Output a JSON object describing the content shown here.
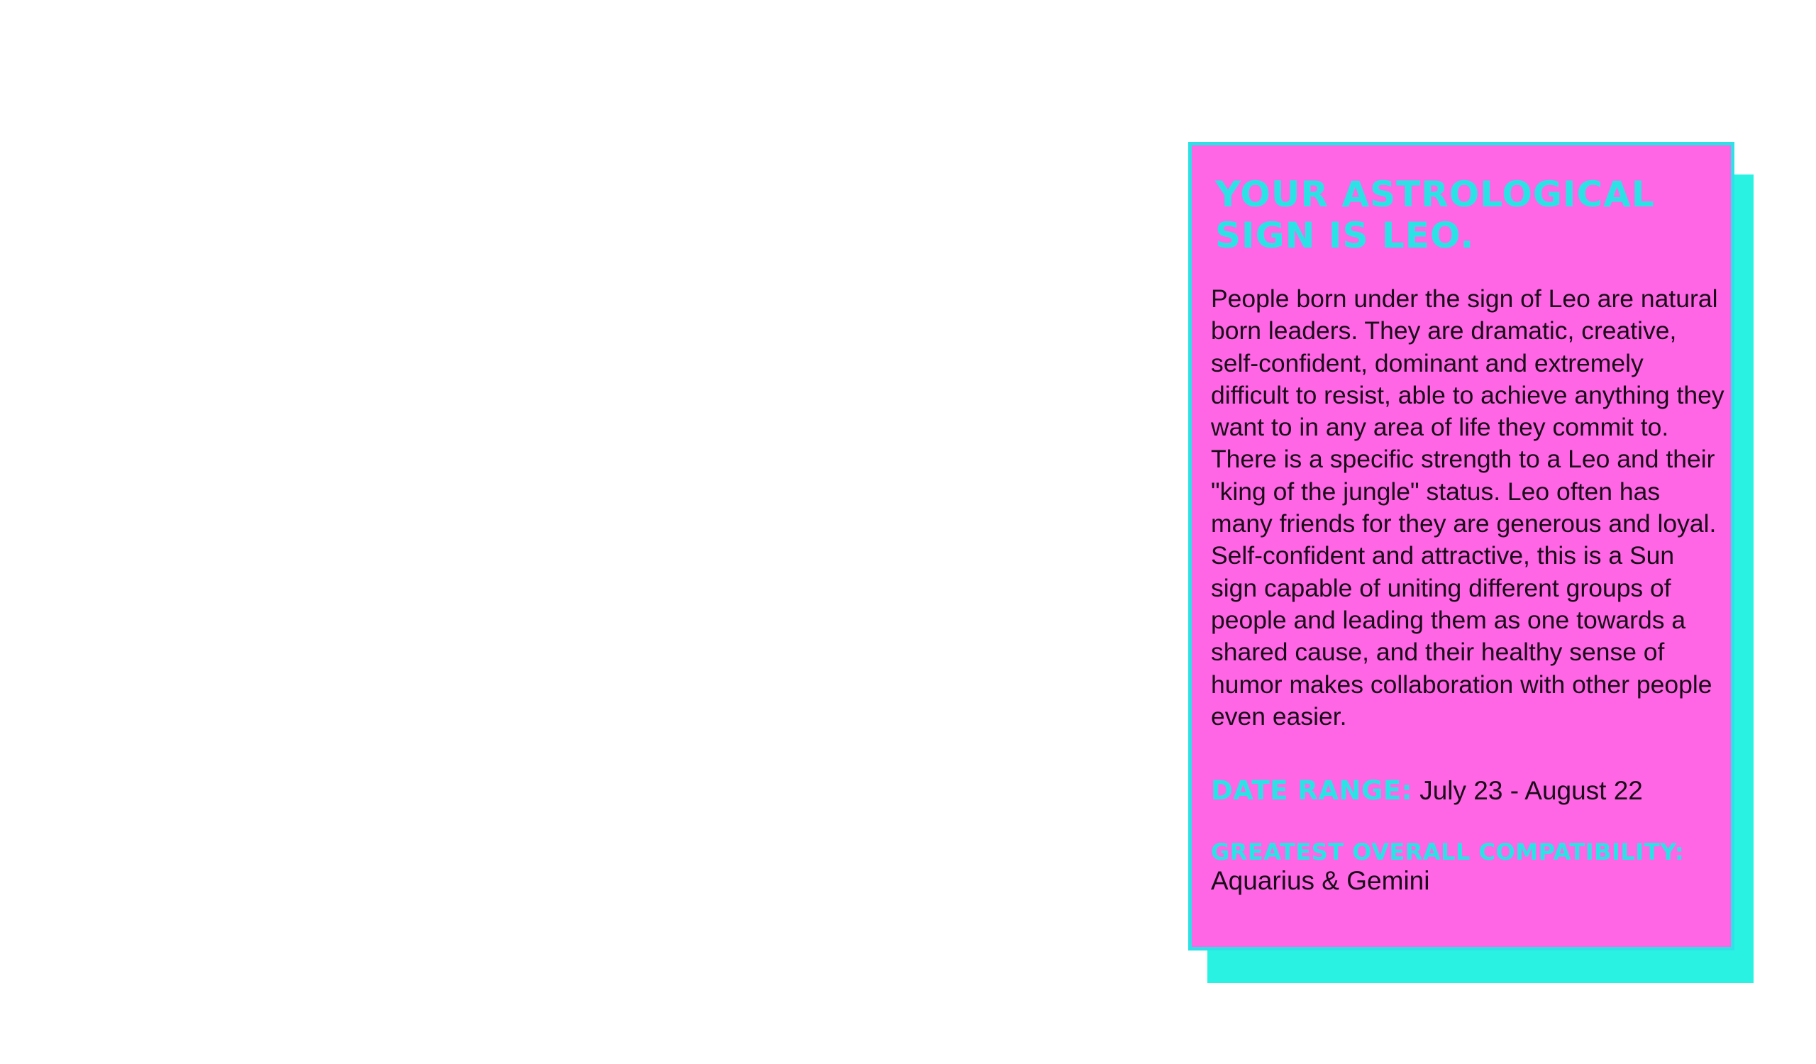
{
  "card": {
    "title": "Your astrological sign is Leo.",
    "description": "People born under the sign of Leo are natural born leaders. They are dramatic, creative, self-confident, dominant and extremely difficult to resist, able to achieve anything they want to in any area of life they commit to. There is a specific strength to a Leo and their \"king of the jungle\" status. Leo often has many friends for they are generous and loyal. Self-confident and attractive, this is a Sun sign capable of uniting different groups of people and leading them as one towards a shared cause, and their healthy sense of humor makes collaboration with other people even easier.",
    "date_range": {
      "label": "Date Range:",
      "value": "July 23 - August 22"
    },
    "compatibility": {
      "label": "Greatest Overall Compatibility:",
      "value": "Aquarius & Gemini"
    }
  },
  "colors": {
    "card_background": "#ff66e6",
    "accent": "#2de2e6",
    "shadow": "#2af2e3",
    "text": "#1a0c18"
  }
}
